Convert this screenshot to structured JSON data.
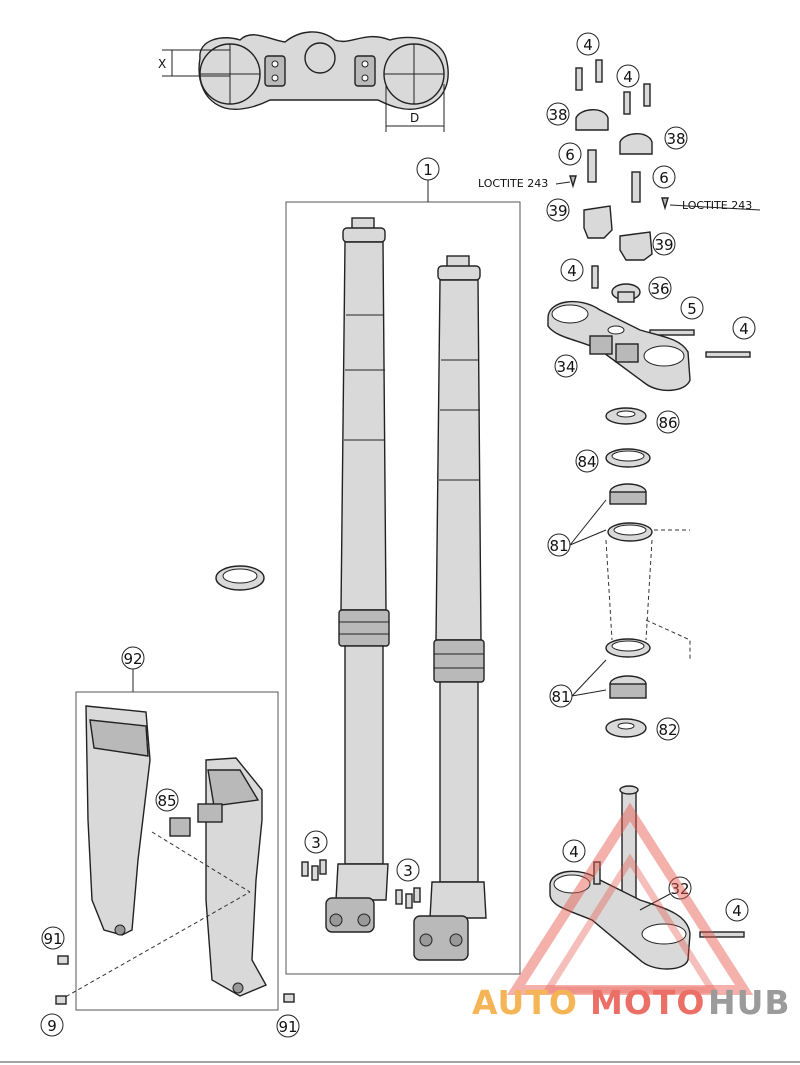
{
  "dimension_labels": {
    "x": "X",
    "d": "D"
  },
  "loctite_left": "LOCTITE 243",
  "loctite_right": "LOCTITE 243",
  "callouts": {
    "fork_assembly": "1",
    "screw_4a": "4",
    "screw_4b": "4",
    "screw_4c": "4",
    "screw_4d": "4",
    "screw_4e": "4",
    "screw_4f": "4",
    "clamp_38a": "38",
    "clamp_38b": "38",
    "screw_6a": "6",
    "screw_6b": "6",
    "riser_39a": "39",
    "riser_39b": "39",
    "nut_36": "36",
    "screw_5": "5",
    "upper_clamp_34": "34",
    "washer_86": "86",
    "seal_84": "84",
    "bearing_81a": "81",
    "bearing_81b": "81",
    "seal_82": "82",
    "lower_clamp_32": "32",
    "screws_3a": "3",
    "screws_3b": "3",
    "fork_guard_92": "92",
    "bracket_85": "85",
    "screw_91a": "91",
    "screw_91b": "91",
    "screw_9": "9"
  },
  "watermark": {
    "auto": "AUTO",
    "moto": "MOTO",
    "hub": "HUB"
  },
  "colors": {
    "line": "#222222",
    "part_fill": "#d9d9d9",
    "wm_orange": "#f4a93a",
    "wm_red": "#e23a2e",
    "wm_grey": "#8a8a8a"
  }
}
